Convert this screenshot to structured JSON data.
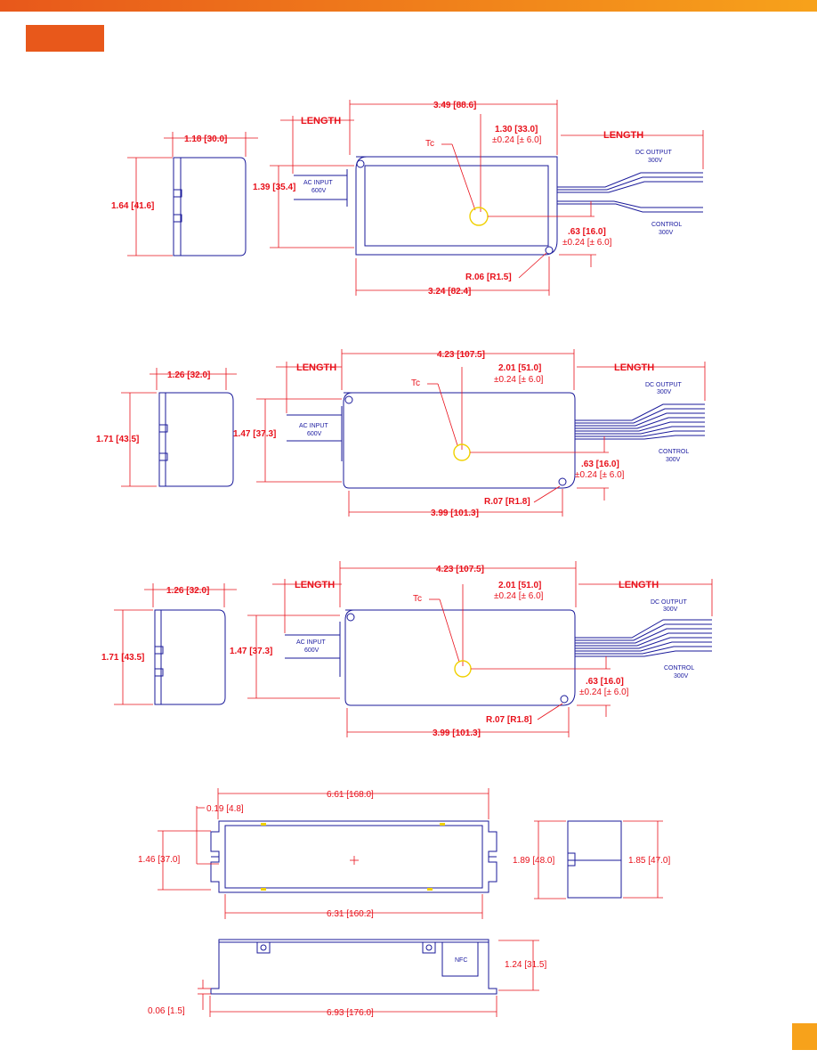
{
  "colors": {
    "bar_start": "#e8581b",
    "bar_end": "#f7a21b",
    "tag": "#e8581b",
    "dimension": "#e8101a",
    "outline": "#1a1a9a",
    "tc_marker": "#f0d000"
  },
  "drawing1": {
    "side_width": "1.18 [30.0]",
    "side_height": "1.64 [41.6]",
    "length_in": "LENGTH",
    "overall": "3.49 [88.6]",
    "tc_x": "1.30 [33.0]",
    "tc_x_tol": "±0.24 [± 6.0]",
    "length_out": "LENGTH",
    "tc_label": "Tc",
    "dc_output": "DC OUTPUT",
    "dc_output_v": "300V",
    "ac_input": "AC INPUT",
    "ac_input_v": "600V",
    "height": "1.39 [35.4]",
    "control": "CONTROL",
    "control_v": "300V",
    "tc_y": ".63 [16.0]",
    "tc_y_tol": "±0.24 [± 6.0]",
    "radius": "R.06 [R1.5]",
    "mount": "3.24 [82.4]"
  },
  "drawing2": {
    "side_width": "1.26 [32.0]",
    "side_height": "1.71 [43.5]",
    "length_in": "LENGTH",
    "overall": "4.23 [107.5]",
    "tc_x": "2.01 [51.0]",
    "tc_x_tol": "±0.24 [± 6.0]",
    "length_out": "LENGTH",
    "tc_label": "Tc",
    "dc_output": "DC OUTPUT",
    "dc_output_v": "300V",
    "ac_input": "AC INPUT",
    "ac_input_v": "600V",
    "height": "1.47 [37.3]",
    "control": "CONTROL",
    "control_v": "300V",
    "tc_y": ".63 [16.0]",
    "tc_y_tol": "±0.24 [± 6.0]",
    "radius": "R.07 [R1.8]",
    "mount": "3.99 [101.3]"
  },
  "drawing3": {
    "side_width": "1.26 [32.0]",
    "side_height": "1.71 [43.5]",
    "length_in": "LENGTH",
    "overall": "4.23 [107.5]",
    "tc_x": "2.01 [51.0]",
    "tc_x_tol": "±0.24 [± 6.0]",
    "length_out": "LENGTH",
    "tc_label": "Tc",
    "dc_output": "DC OUTPUT",
    "dc_output_v": "300V",
    "ac_input": "AC INPUT",
    "ac_input_v": "600V",
    "height": "1.47 [37.3]",
    "control": "CONTROL",
    "control_v": "300V",
    "tc_y": ".63 [16.0]",
    "tc_y_tol": "±0.24 [± 6.0]",
    "radius": "R.07 [R1.8]",
    "mount": "3.99 [101.3]"
  },
  "drawing4": {
    "overall": "6.61 [168.0]",
    "tab": "0.19 [4.8]",
    "height": "1.46 [37.0]",
    "mount": "6.31 [160.2]",
    "side_outer": "1.89 [48.0]",
    "side_inner": "1.85 [47.0]",
    "depth": "1.24 [31.5]",
    "nfc": "NFC",
    "flange": "0.06 [1.5]",
    "base": "6.93 [176.0]"
  }
}
